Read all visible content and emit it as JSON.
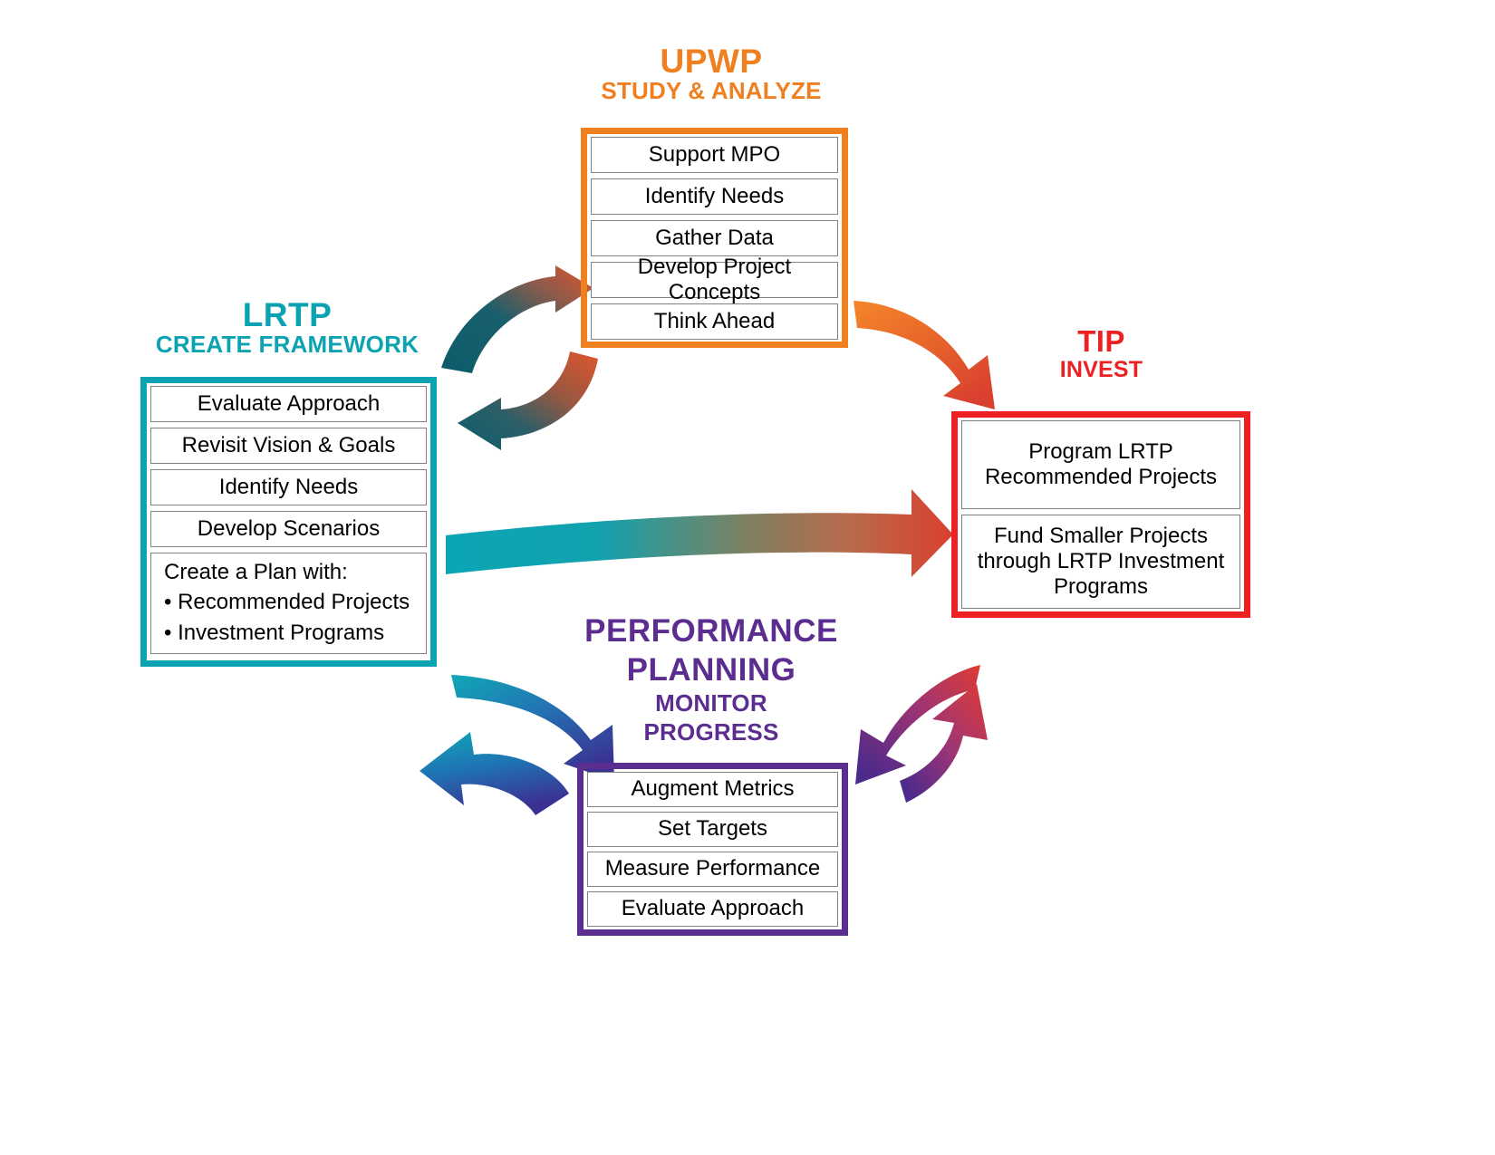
{
  "diagram": {
    "title": "MPO Planning Process Cycle",
    "background": "#FFFFFF"
  },
  "colors": {
    "upwp_orange": "#F07F20",
    "lrtp_teal": "#0BA3B2",
    "tip_red": "#ED2124",
    "performance_purple": "#5B2D90",
    "arrow_teal_dark": "#0C5C6B",
    "arrow_orange": "#E05A2B",
    "arrow_red": "#D9402F",
    "arrow_blue": "#2E5AA8",
    "box_fill": "#FFFFFF",
    "cell_border": "#808080",
    "text": "#000000"
  },
  "groups": {
    "upwp": {
      "title": "UPWP",
      "subtitle": "STUDY & ANALYZE",
      "color": "#F07F20",
      "items": [
        "Support MPO",
        "Identify Needs",
        "Gather Data",
        "Develop Project Concepts",
        "Think Ahead"
      ]
    },
    "lrtp": {
      "title": "LRTP",
      "subtitle": "CREATE FRAMEWORK",
      "color": "#0BA3B2",
      "items": [
        "Evaluate Approach",
        "Revisit Vision & Goals",
        "Identify Needs",
        "Develop Scenarios"
      ],
      "plan": {
        "heading": "Create a Plan with:",
        "bullets": [
          "• Recommended Projects",
          "• Investment Programs"
        ]
      }
    },
    "tip": {
      "title": "TIP",
      "subtitle": "INVEST",
      "color": "#ED2124",
      "items": [
        "Program LRTP\nRecommended Projects",
        "Fund Smaller Projects\nthrough LRTP Investment\nPrograms"
      ],
      "item_lines": [
        [
          "Program LRTP",
          "Recommended Projects"
        ],
        [
          "Fund Smaller Projects",
          "through LRTP Investment",
          "Programs"
        ]
      ]
    },
    "performance_planning": {
      "title_line1": "PERFORMANCE",
      "title_line2": "PLANNING",
      "subtitle_line1": "MONITOR",
      "subtitle_line2": "PROGRESS",
      "color": "#5B2D90",
      "items": [
        "Augment Metrics",
        "Set Targets",
        "Measure Performance",
        "Evaluate Approach"
      ]
    }
  },
  "connectors": [
    {
      "name": "lrtp-to-upwp",
      "from": "LRTP",
      "to": "UPWP",
      "style": "curved-arrow",
      "gradient_from": "#0C5C6B",
      "gradient_to": "#E05A2B"
    },
    {
      "name": "upwp-to-lrtp",
      "from": "UPWP",
      "to": "LRTP",
      "style": "curved-arrow",
      "gradient_from": "#E05A2B",
      "gradient_to": "#0C5C6B"
    },
    {
      "name": "upwp-to-tip",
      "from": "UPWP",
      "to": "TIP",
      "style": "curved-arrow",
      "gradient_from": "#F07F20",
      "gradient_to": "#D9402F"
    },
    {
      "name": "lrtp-to-tip",
      "from": "LRTP",
      "to": "TIP",
      "style": "straight-arrow",
      "gradient_from": "#0BA3B2",
      "gradient_to": "#D9402F"
    },
    {
      "name": "lrtp-to-performance",
      "from": "LRTP",
      "to": "PERFORMANCE PLANNING",
      "style": "curved-arrow",
      "gradient_from": "#0BA3B2",
      "gradient_to": "#3B3192"
    },
    {
      "name": "performance-to-lrtp",
      "from": "PERFORMANCE PLANNING",
      "to": "LRTP",
      "style": "curved-arrow",
      "gradient_from": "#3B3192",
      "gradient_to": "#0BA3B2"
    },
    {
      "name": "tip-to-performance",
      "from": "TIP",
      "to": "PERFORMANCE PLANNING",
      "style": "curved-arrow",
      "gradient_from": "#D9402F",
      "gradient_to": "#4B2A8C"
    },
    {
      "name": "performance-to-tip",
      "from": "PERFORMANCE PLANNING",
      "to": "TIP",
      "style": "curved-arrow",
      "gradient_from": "#4B2A8C",
      "gradient_to": "#D9402F"
    }
  ]
}
